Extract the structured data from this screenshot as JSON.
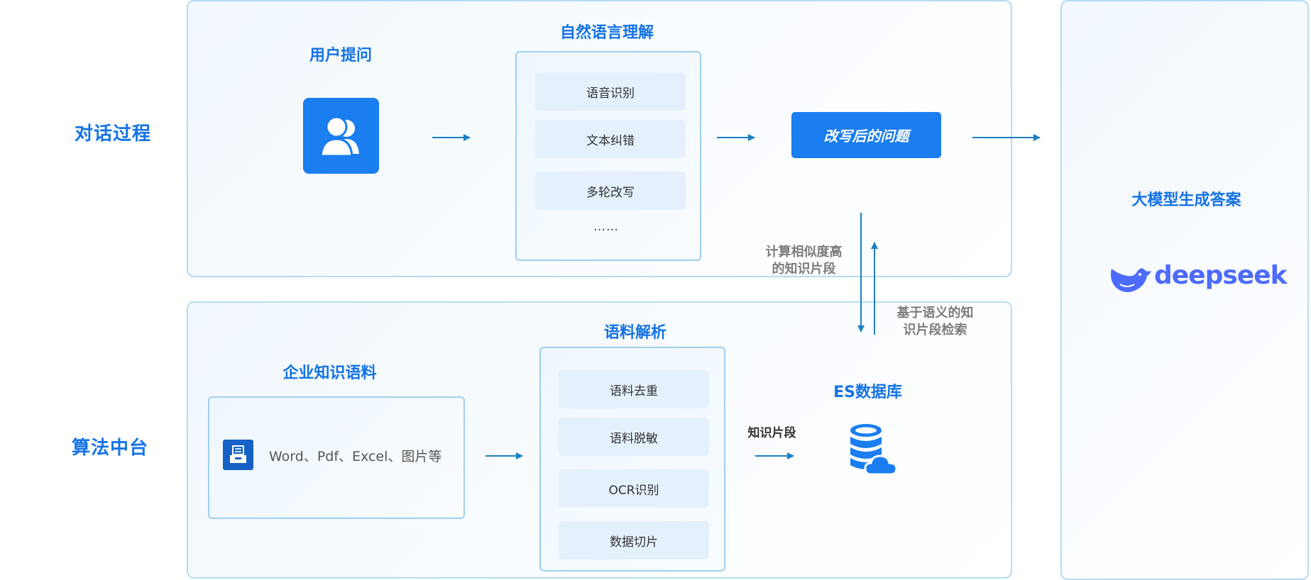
{
  "rows": {
    "dialogue": "对话过程",
    "algorithm": "算法中台"
  },
  "dialogue": {
    "user_question": "用户提问",
    "nlu_title": "自然语言理解",
    "nlu_items": [
      "语音识别",
      "文本纠错",
      "多轮改写"
    ],
    "nlu_more": "……",
    "rewritten_question": "改写后的问题"
  },
  "links": {
    "similar_fragments": [
      "计算相似度高",
      "的知识片段"
    ],
    "semantic_retrieval": [
      "基于语义的知",
      "识片段检索"
    ],
    "knowledge_fragment": "知识片段"
  },
  "algorithm": {
    "corpus_title": "企业知识语料",
    "corpus_types": "Word、Pdf、Excel、图片等",
    "parsing_title": "语料解析",
    "parsing_items": [
      "语料去重",
      "语料脱敏",
      "OCR识别",
      "数据切片"
    ],
    "es_title": "ES数据库"
  },
  "llm": {
    "title": "大模型生成答案",
    "brand": "deepseek"
  },
  "colors": {
    "accent": "#1473e6",
    "button": "#1a7df0",
    "arrow": "#1c80c4",
    "brand": "#4d6bfe"
  },
  "icons": [
    "users-icon",
    "document-icon",
    "database-cloud-icon",
    "deepseek-whale-icon"
  ]
}
